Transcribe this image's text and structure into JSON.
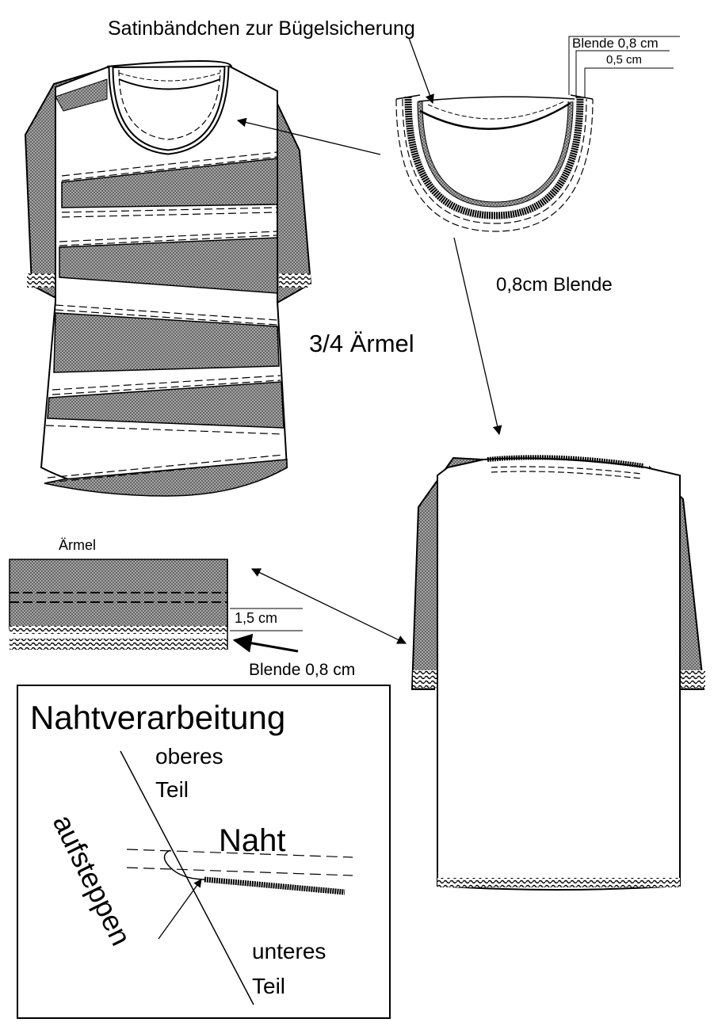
{
  "labels": {
    "satin_ribbon": "Satinbändchen zur Bügelsicherung",
    "facing_top": "Blende 0,8 cm",
    "facing_inner": "0,5 cm",
    "facing_neck": "0,8cm Blende",
    "sleeve_type": "3/4 Ärmel",
    "sleeve_detail_title": "Ärmel",
    "sleeve_hem": "1,5 cm",
    "sleeve_facing": "Blende 0,8 cm"
  },
  "seam_box": {
    "title": "Nahtverarbeitung",
    "upper_1": "oberes",
    "upper_2": "Teil",
    "seam": "Naht",
    "topstitch": "aufsteppen",
    "lower_1": "unteres",
    "lower_2": "Teil"
  },
  "colors": {
    "line": "#000000",
    "knit_fill": "#8c8c8c",
    "background": "#ffffff"
  }
}
